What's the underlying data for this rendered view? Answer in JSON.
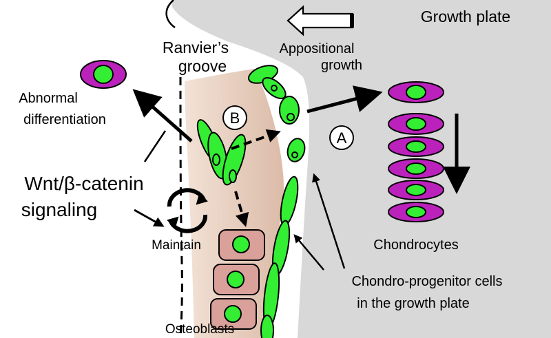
{
  "labels": {
    "growth_plate": "Growth plate",
    "appositional": [
      "Appositional",
      "growth"
    ],
    "ranvier": [
      "Ranvier’s",
      "groove"
    ],
    "abnormal": [
      "Abnormal",
      "differentiation"
    ],
    "wnt": "Wnt/β-catenin",
    "signaling": "signaling",
    "maintain": "Maintain",
    "chondrocytes": "Chondrocytes",
    "chondro_progenitor": [
      "Chondro-progenitor cells",
      "in the growth plate"
    ],
    "osteoblasts": "Osteoblasts",
    "marker_a": "A",
    "marker_b": "B"
  },
  "colors": {
    "growth_plate_bg": "#d8d8d8",
    "groove_tissue": "#e6cfbf",
    "progenitor_cell": "#33ee33",
    "chondrocyte": "#bb22bb",
    "osteoblast": "#d9a19a",
    "outline": "#000000"
  }
}
